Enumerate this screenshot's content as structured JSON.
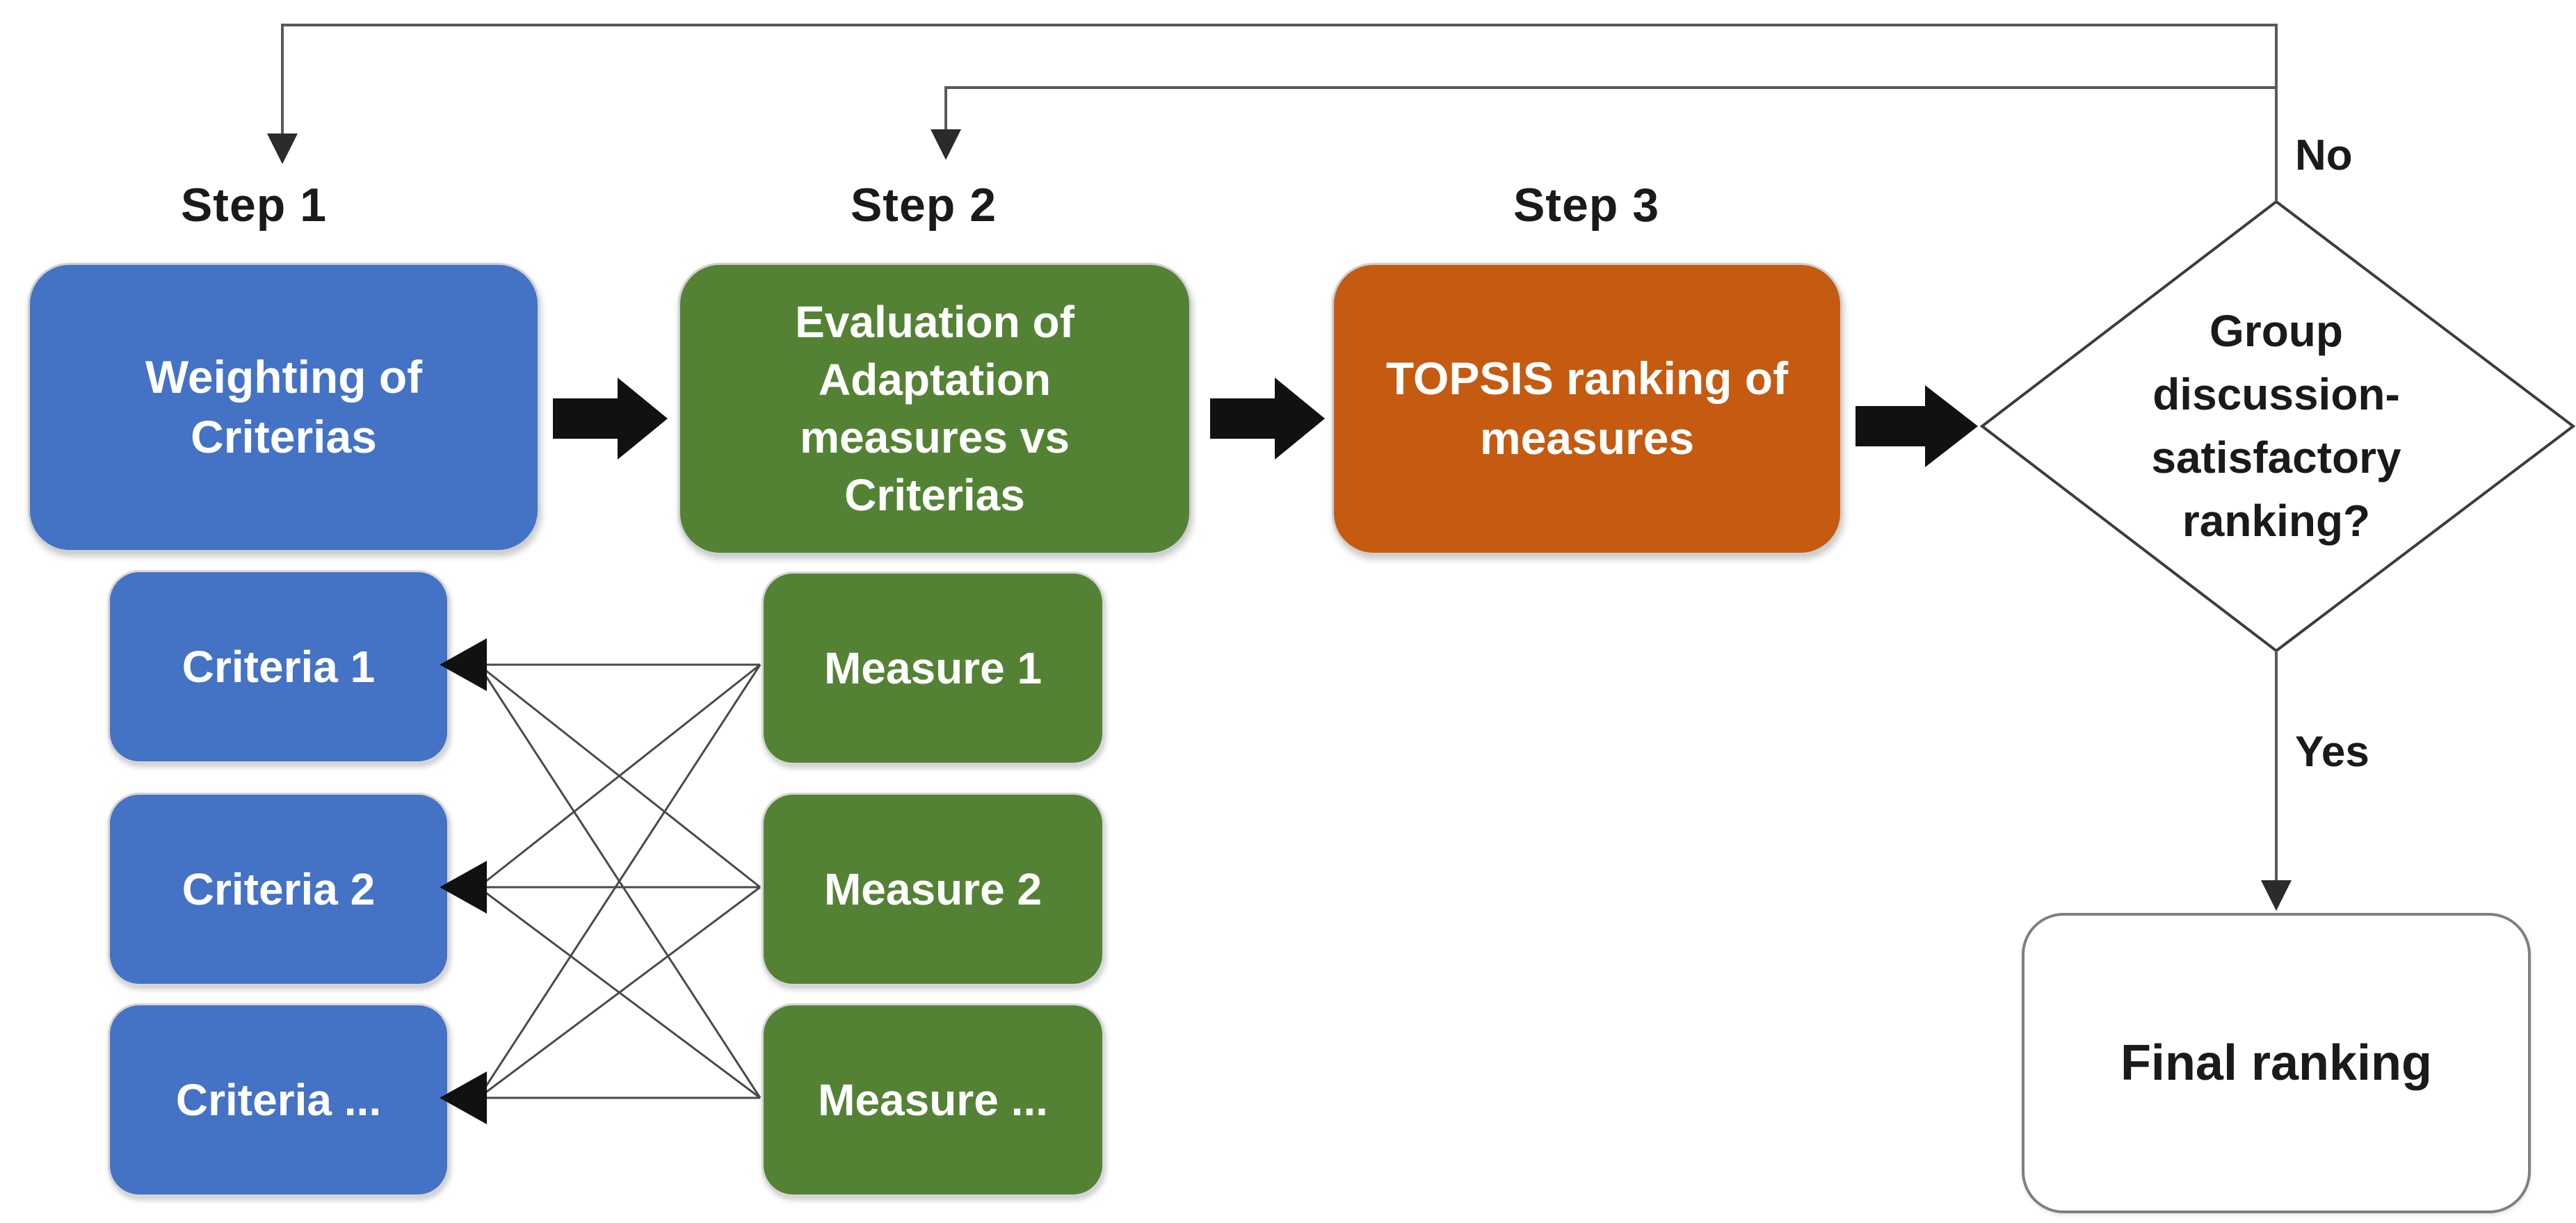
{
  "steps": [
    {
      "label": "Step 1",
      "text": "Weighting of\nCriterias",
      "color": "#4472c4"
    },
    {
      "label": "Step 2",
      "text": "Evaluation of\nAdaptation\nmeasures vs\nCriterias",
      "color": "#548235"
    },
    {
      "label": "Step 3",
      "text": "TOPSIS ranking of\nmeasures",
      "color": "#c55a11"
    }
  ],
  "criteria": [
    "Criteria 1",
    "Criteria 2",
    "Criteria ..."
  ],
  "measures": [
    "Measure 1",
    "Measure 2",
    "Measure ..."
  ],
  "decision": {
    "text": "Group\ndiscussion-\nsatisfactory\nranking?",
    "no_label": "No",
    "yes_label": "Yes"
  },
  "final_box": {
    "text": "Final ranking"
  },
  "colors": {
    "criteria_blue": "#4472c4",
    "measure_green": "#548235",
    "step3_orange": "#c55a11",
    "flow_arrow_black": "#111111",
    "feedback_line_gray": "#595959",
    "connector_line_gray": "#4a4a4a",
    "diamond_border": "#3c3c3c",
    "final_border_gray": "#7f7f7f",
    "text_white": "#ffffff",
    "text_dark": "#1a1a1a",
    "background": "#ffffff"
  }
}
